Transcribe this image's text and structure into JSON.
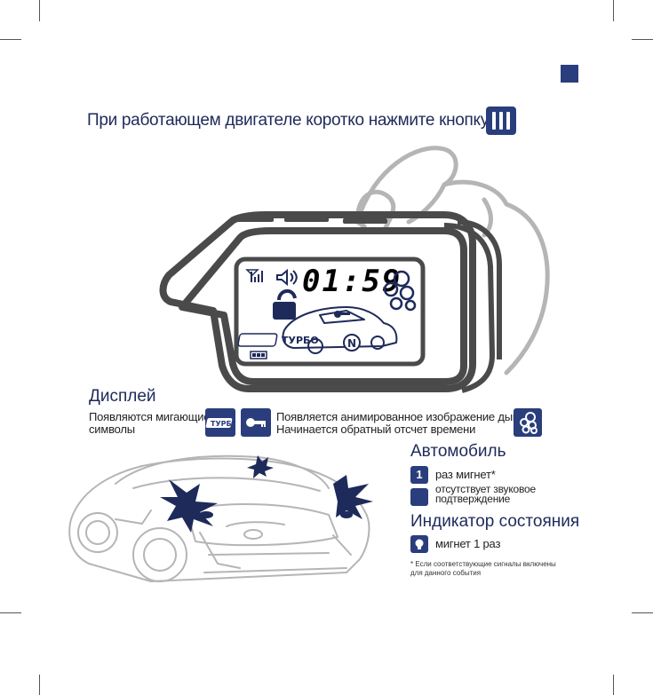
{
  "header": {
    "instruction": "При работающем двигателе коротко нажмите кнопку"
  },
  "lcd": {
    "time": "01:59",
    "turbo_label": "ТУРБО",
    "gear_label": "N"
  },
  "display_section": {
    "heading": "Дисплей",
    "blinking_symbols_line1": "Появляются мигающие",
    "blinking_symbols_line2": "символы",
    "turbo_badge": "ТУРБО",
    "smoke_line1": "Появляется анимированное изображение дыма",
    "smoke_line2": "Начинается обратный отсчет времени"
  },
  "car_section": {
    "heading": "Автомобиль",
    "blink_count": "1",
    "blink_text": "раз мигнет*",
    "no_sound_line1": "отсутствует звуковое",
    "no_sound_line2": "подтверждение"
  },
  "indicator_section": {
    "heading": "Индикатор состояния",
    "blink_text": "мигнет 1 раз"
  },
  "footnote": {
    "line1": "* Если соответствующие сигналы включены",
    "line2": "для данного события"
  },
  "colors": {
    "accent": "#2a3d7d",
    "outline": "#555555",
    "light_gray": "#b5b5b5"
  }
}
